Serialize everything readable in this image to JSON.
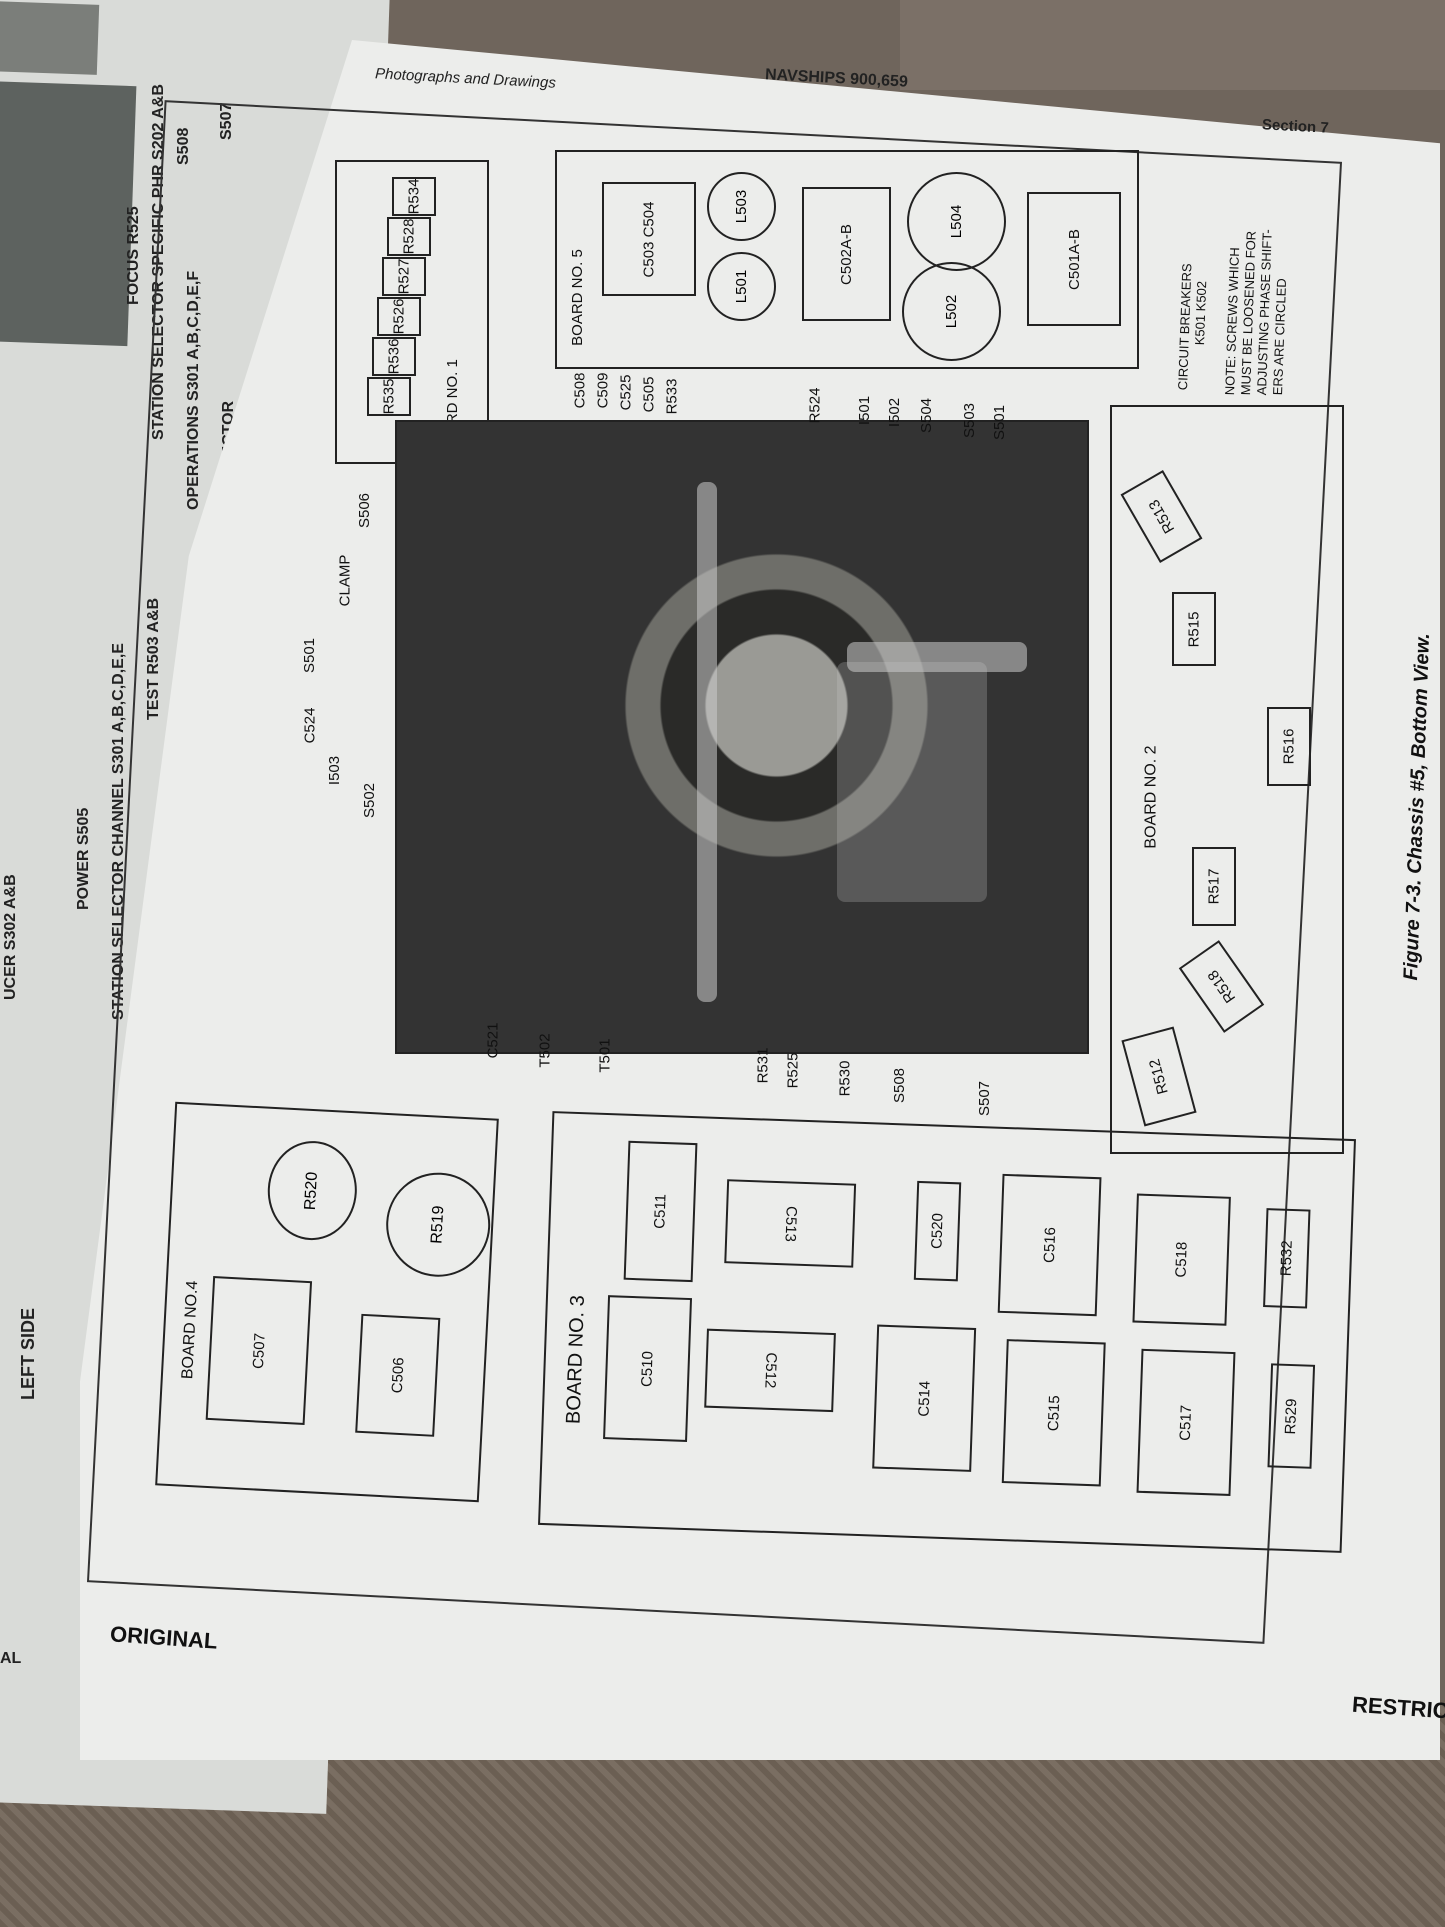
{
  "header": {
    "left": "Photographs and Drawings",
    "center": "NAVSHIPS 900,659",
    "right": "Section 7"
  },
  "footer": {
    "left": "ORIGINAL",
    "right": "RESTRIC"
  },
  "caption": "Figure 7-3. Chassis #5, Bottom View.",
  "note": {
    "breakers_title": "CIRCUIT BREAKERS",
    "breakers_ids": "K501  K502",
    "line1": "NOTE: SCREWS WHICH",
    "line2": "MUST BE LOOSENED FOR",
    "line3": "ADJUSTING PHASE SHIFT-",
    "line4": "ERS ARE CIRCLED"
  },
  "left_page": {
    "labels": [
      "S508",
      "S507",
      "FOCUS R525",
      "STATION SELECTOR SPECIFIC PHR S202 A&B",
      "OPERATIONS S301 A,B,C,D,E,F",
      "STATION SELECTOR",
      "TEST R503 A&B",
      "POWER S505",
      "STATION SELECTOR CHANNEL S301 A,B,C,D,E,E",
      "UCER S302 A&B",
      "LEFT SIDE",
      "AL"
    ]
  },
  "board1": {
    "title": "BOARD NO. 1",
    "parts": [
      "R534",
      "R528",
      "R527",
      "R526",
      "R536",
      "R535"
    ]
  },
  "board5": {
    "title": "BOARD NO. 5",
    "parts": [
      "C503 C504",
      "L503",
      "L501",
      "C502A-B",
      "L504",
      "L502",
      "C501A-B"
    ]
  },
  "board2": {
    "title": "BOARD NO. 2",
    "parts": [
      "R513",
      "R515",
      "R516",
      "R517",
      "R518",
      "R512"
    ]
  },
  "board3": {
    "title": "BOARD NO. 3",
    "parts": [
      "C511",
      "C513",
      "C520",
      "C516",
      "C518",
      "R532",
      "C510",
      "C512",
      "C514",
      "C515",
      "C517",
      "R529"
    ]
  },
  "board4": {
    "title": "BOARD NO.4",
    "parts": [
      "R520",
      "R519",
      "C507",
      "C506"
    ]
  },
  "callouts_top": [
    "C508",
    "C509",
    "C525",
    "C505",
    "R533",
    "R524",
    "I501",
    "I502",
    "S504",
    "S503",
    "S501"
  ],
  "callouts_left": [
    "S506",
    "CLAMP",
    "S501",
    "C524",
    "I503",
    "S502"
  ],
  "callouts_bottom": [
    "C521",
    "T502",
    "T501",
    "R531",
    "R525",
    "R530",
    "S508",
    "S507"
  ]
}
